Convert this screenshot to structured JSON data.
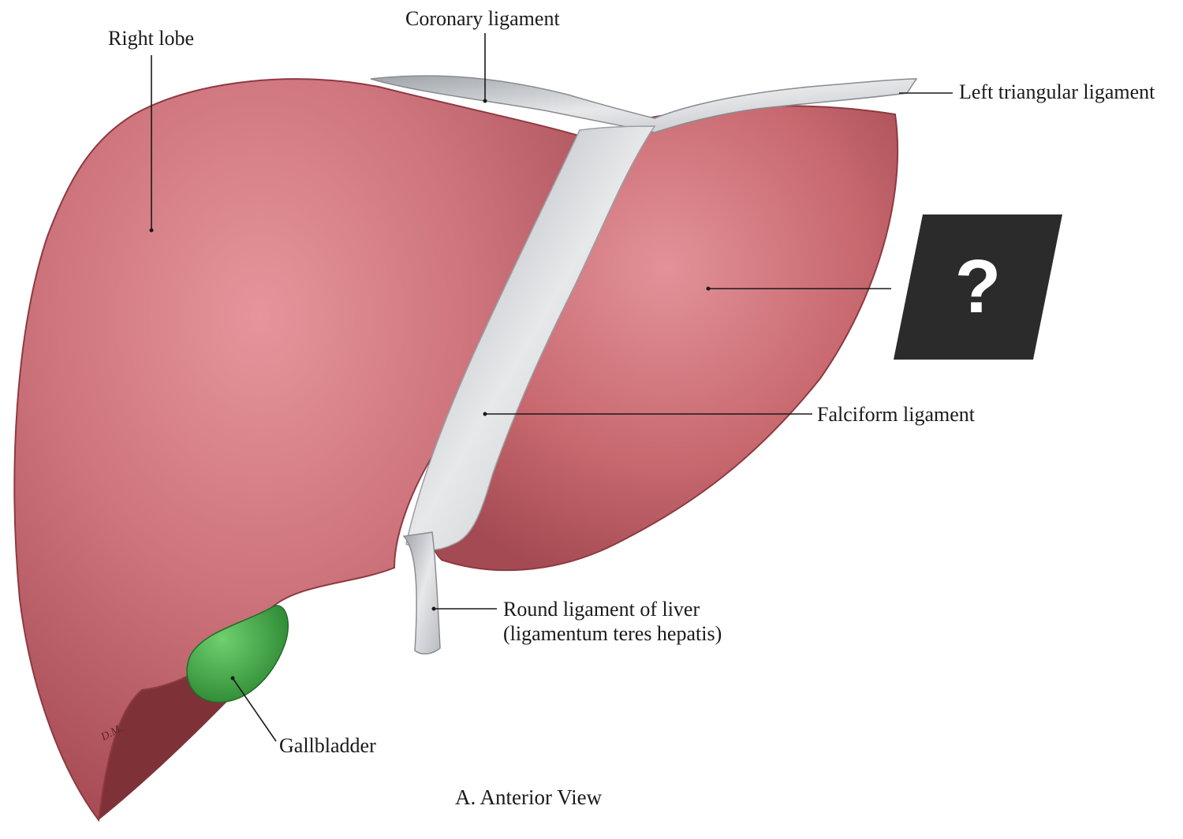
{
  "labels": {
    "right_lobe": "Right lobe",
    "coronary_ligament": "Coronary ligament",
    "left_triangular_ligament": "Left triangular ligament",
    "falciform_ligament": "Falciform ligament",
    "round_ligament_line1": "Round ligament of liver",
    "round_ligament_line2": "(ligamentum teres hepatis)",
    "gallbladder": "Gallbladder",
    "unknown_marker": "?"
  },
  "caption": "A. Anterior View",
  "signature": "D.M.",
  "colors": {
    "liver": "#c0626a",
    "liver_highlight": "#e39098",
    "liver_shadow": "#9a4048",
    "ligament": "#d6d8dc",
    "gallbladder": "#3fa545",
    "marker_box": "#2b2b2b",
    "leader_line": "#1a1a1a"
  }
}
